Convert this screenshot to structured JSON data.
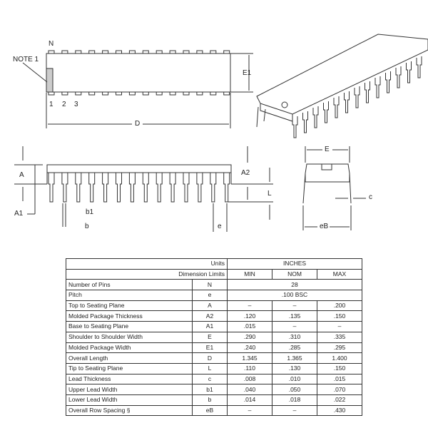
{
  "drawing": {
    "note": "NOTE 1",
    "n": "N",
    "pins": [
      "1",
      "2",
      "3"
    ],
    "dims": {
      "D": "D",
      "E1": "E1",
      "A": "A",
      "A2": "A2",
      "A1": "A1",
      "L": "L",
      "b1": "b1",
      "b": "b",
      "e": "e",
      "E": "E",
      "c": "c",
      "eB": "eB"
    }
  },
  "table": {
    "units_label": "Units",
    "units": "INCHES",
    "limits_label": "Dimension Limits",
    "cols": [
      "MIN",
      "NOM",
      "MAX"
    ],
    "span_rows": [
      {
        "name": "Number of Pins",
        "sym": "N",
        "val": "28"
      },
      {
        "name": "Pitch",
        "sym": "e",
        "val": ".100 BSC"
      }
    ],
    "rows": [
      {
        "name": "Top to Seating Plane",
        "sym": "A",
        "min": "–",
        "nom": "–",
        "max": ".200"
      },
      {
        "name": "Molded Package Thickness",
        "sym": "A2",
        "min": ".120",
        "nom": ".135",
        "max": ".150"
      },
      {
        "name": "Base to Seating Plane",
        "sym": "A1",
        "min": ".015",
        "nom": "–",
        "max": "–"
      },
      {
        "name": "Shoulder to Shoulder Width",
        "sym": "E",
        "min": ".290",
        "nom": ".310",
        "max": ".335"
      },
      {
        "name": "Molded Package Width",
        "sym": "E1",
        "min": ".240",
        "nom": ".285",
        "max": ".295"
      },
      {
        "name": "Overall Length",
        "sym": "D",
        "min": "1.345",
        "nom": "1.365",
        "max": "1.400"
      },
      {
        "name": "Tip to Seating Plane",
        "sym": "L",
        "min": ".110",
        "nom": ".130",
        "max": ".150"
      },
      {
        "name": "Lead Thickness",
        "sym": "c",
        "min": ".008",
        "nom": ".010",
        "max": ".015"
      },
      {
        "name": "Upper Lead Width",
        "sym": "b1",
        "min": ".040",
        "nom": ".050",
        "max": ".070"
      },
      {
        "name": "Lower Lead Width",
        "sym": "b",
        "min": ".014",
        "nom": ".018",
        "max": ".022"
      },
      {
        "name": "Overall Row Spacing §",
        "sym": "eB",
        "min": "–",
        "nom": "–",
        "max": ".430"
      }
    ]
  }
}
